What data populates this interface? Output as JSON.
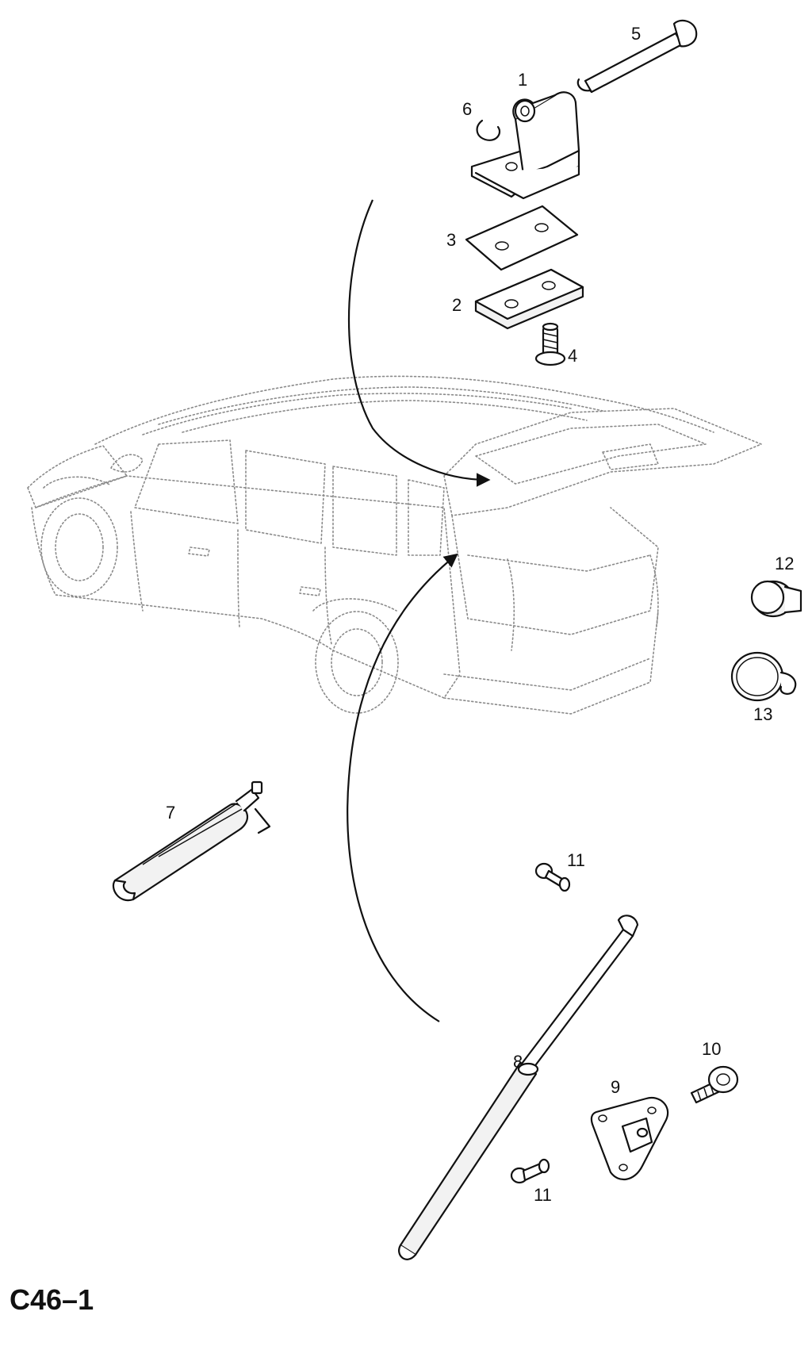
{
  "sheet": {
    "code": "C46–1"
  },
  "callouts": [
    {
      "id": "1",
      "label": "1"
    },
    {
      "id": "2",
      "label": "2"
    },
    {
      "id": "3",
      "label": "3"
    },
    {
      "id": "4",
      "label": "4"
    },
    {
      "id": "5",
      "label": "5"
    },
    {
      "id": "6",
      "label": "6"
    },
    {
      "id": "7",
      "label": "7"
    },
    {
      "id": "8",
      "label": "8"
    },
    {
      "id": "9",
      "label": "9"
    },
    {
      "id": "10",
      "label": "10"
    },
    {
      "id": "11a",
      "label": "11"
    },
    {
      "id": "11b",
      "label": "11"
    },
    {
      "id": "12",
      "label": "12"
    },
    {
      "id": "13",
      "label": "13"
    }
  ]
}
